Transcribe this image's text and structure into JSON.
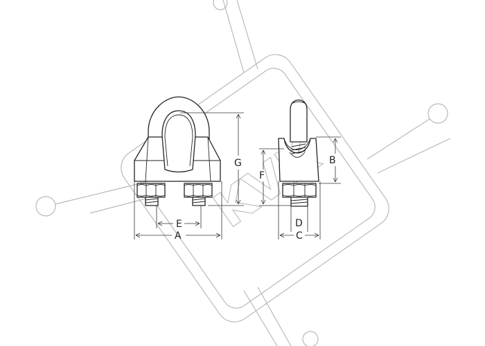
{
  "watermark": {
    "text": "KVK"
  },
  "dimensions": {
    "front": {
      "A": "A",
      "E": "E",
      "G": "G"
    },
    "side": {
      "F": "F",
      "B": "B",
      "D": "D",
      "C": "C"
    }
  },
  "colors": {
    "line": "#222222",
    "watermark": "#b9b9b9",
    "background": "#ffffff"
  }
}
